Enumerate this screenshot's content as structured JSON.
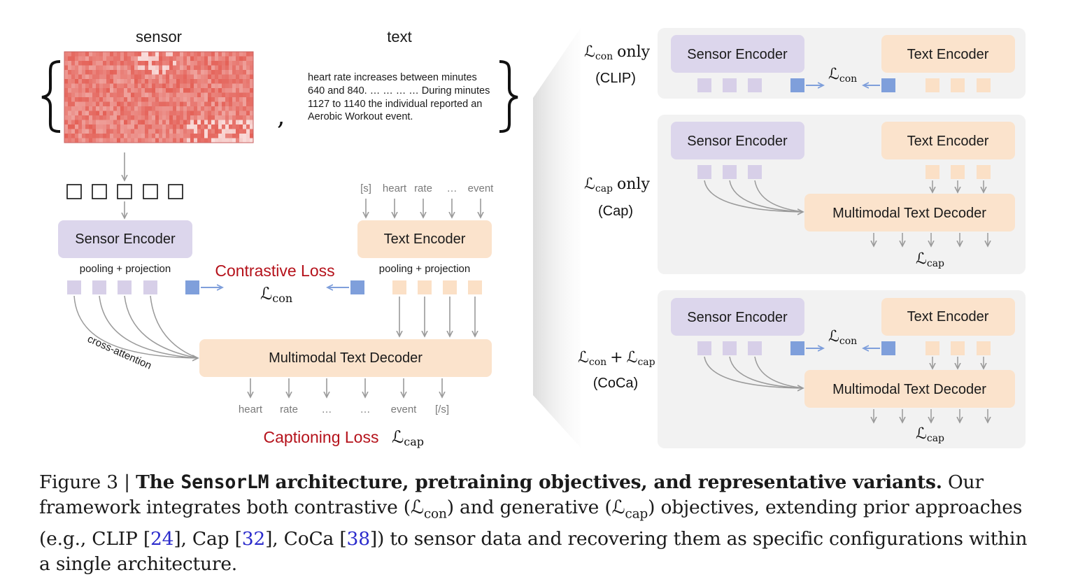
{
  "left": {
    "sensor_label": "sensor",
    "text_label": "text",
    "comma": ",",
    "text_sample": [
      "heart rate increases between minutes",
      "640 and 840. … … … … During minutes",
      "1127 to 1140 the individual reported an",
      "Aerobic Workout event."
    ],
    "input_tokens": [
      "[s]",
      "heart",
      "rate",
      "…",
      "event"
    ],
    "sensor_encoder": "Sensor Encoder",
    "text_encoder": "Text Encoder",
    "pooling_sensor": "pooling + projection",
    "pooling_text": "pooling + projection",
    "contrastive_loss": "Contrastive Loss",
    "cross_attention": "cross-attention",
    "decoder": "Multimodal Text Decoder",
    "output_tokens": [
      "heart",
      "rate",
      "…",
      "…",
      "event",
      "[/s]"
    ],
    "captioning_loss": "Captioning Loss",
    "loss_con_symbol": "ℒ",
    "loss_con_sub": "con",
    "loss_cap_symbol": "ℒ",
    "loss_cap_sub": "cap"
  },
  "variants": [
    {
      "label_math_main": "ℒ",
      "label_math_sub": "con",
      "label_suffix": "only",
      "label_name": "(CLIP)",
      "sensor_encoder": "Sensor Encoder",
      "text_encoder": "Text Encoder",
      "loss_symbol": "ℒ",
      "loss_sub": "con"
    },
    {
      "label_math_main": "ℒ",
      "label_math_sub": "cap",
      "label_suffix": "only",
      "label_name": "(Cap)",
      "sensor_encoder": "Sensor Encoder",
      "text_encoder": "Text Encoder",
      "decoder": "Multimodal Text Decoder",
      "loss_symbol": "ℒ",
      "loss_sub": "cap"
    },
    {
      "label_math_main": "ℒ",
      "label_math_sub": "con",
      "label_plus": "+",
      "label_math_main2": "ℒ",
      "label_math_sub2": "cap",
      "label_name": "(CoCa)",
      "sensor_encoder": "Sensor Encoder",
      "text_encoder": "Text Encoder",
      "decoder": "Multimodal Text Decoder",
      "con_symbol": "ℒ",
      "con_sub": "con",
      "cap_symbol": "ℒ",
      "cap_sub": "cap"
    }
  ],
  "caption": {
    "figure_label": "Figure 3 |",
    "title_pre": "The ",
    "title_mono": "SensorLM",
    "title_post": " architecture, pretraining objectives, and representative variants.",
    "body_1": " Our framework integrates both contrastive (",
    "l1": "ℒ",
    "l1_sub": "con",
    "body_2": ") and generative (",
    "l2": "ℒ",
    "l2_sub": "cap",
    "body_3": ") objectives, extending prior approaches (e.g., CLIP [",
    "ref1": "24",
    "body_4": "], Cap [",
    "ref2": "32",
    "body_5": "], CoCa [",
    "ref3": "38",
    "body_6": "]) to sensor data and recovering them as specific configurations within a single architecture."
  },
  "colors": {
    "purple_box": "#dcd6ec",
    "purple_token": "#d7cfe8",
    "peach_box": "#fbe3cc",
    "peach_token": "#fbe0c6",
    "blue_token": "#7f9fdb",
    "loss_red": "#b5121b",
    "panel_gray": "#f2f2f2",
    "ref_blue": "#2b2bcc"
  }
}
